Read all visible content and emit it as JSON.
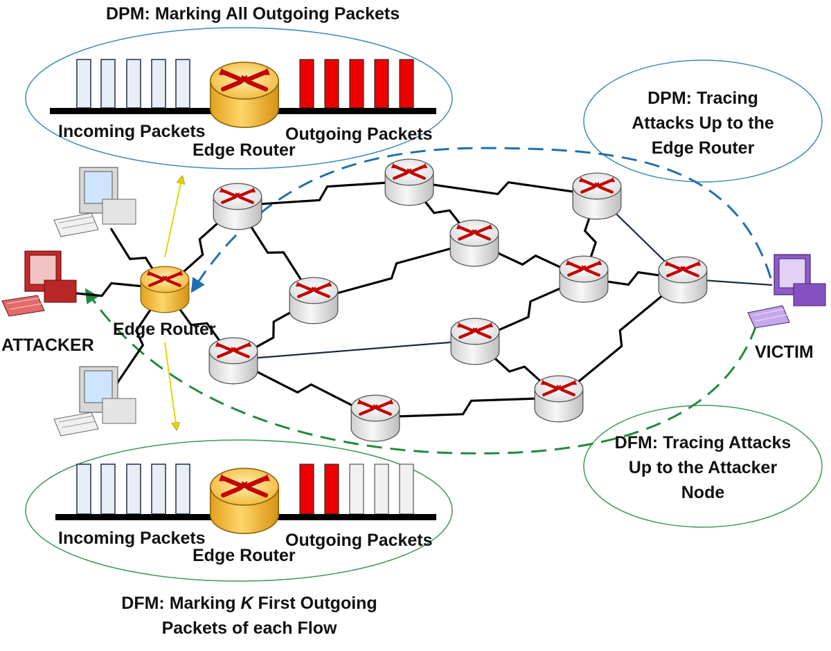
{
  "top_panel": {
    "title": "DPM: Marking All Outgoing Packets",
    "incoming_label": "Incoming Packets",
    "outgoing_label": "Outgoing Packets",
    "router_label": "Edge Router"
  },
  "bottom_panel": {
    "title_line1_prefix": "DFM: Marking ",
    "title_line1_k": "K",
    "title_line1_suffix": " First Outgoing",
    "title_line2": "Packets of each Flow",
    "incoming_label": "Incoming Packets",
    "outgoing_label": "Outgoing Packets",
    "router_label": "Edge Router"
  },
  "callouts": {
    "dpm_trace": [
      "DPM: Tracing",
      "Attacks Up to the",
      "Edge Router"
    ],
    "dfm_trace": [
      "DFM: Tracing Attacks",
      "Up to the Attacker",
      "Node"
    ]
  },
  "network": {
    "edge_router_label": "Edge Router",
    "attacker_label": "ATTACKER",
    "victim_label": "VICTIM"
  },
  "colors": {
    "marked_packet": "#ee0000",
    "unmarked_packet": "#e8eef6",
    "router_gray": "#e6e6e6",
    "router_gold": "#f2b632",
    "dpm_path": "#1f6fb0",
    "dfm_path": "#1f8a3c",
    "dpm_ellipse": "#3a8cb8",
    "dfm_ellipse": "#3a9a55"
  }
}
